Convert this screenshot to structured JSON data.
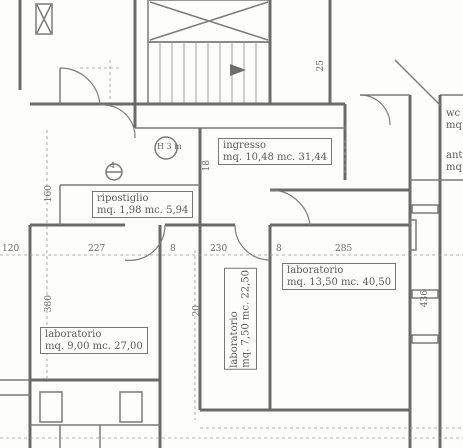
{
  "rooms": {
    "ingresso": {
      "name": "ingresso",
      "area": "mq. 10,48 mc. 31,44"
    },
    "ripostiglio": {
      "name": "ripostiglio",
      "area": "mq. 1,98 mc. 5,94"
    },
    "lab_left": {
      "name": "laboratorio",
      "area": "mq. 9,00 mc. 27,00"
    },
    "lab_mid": {
      "name": "laboratorio",
      "area": "mq. 7,50 mc. 22,50"
    },
    "lab_right": {
      "name": "laboratorio",
      "area": "mq. 13,50 mc. 40,50"
    },
    "wc_partial": [
      "wc",
      "mq"
    ],
    "anti_partial": [
      "anti",
      "mq"
    ]
  },
  "markers": {
    "height": "H 3 m",
    "circle_number": "4"
  },
  "dimensions": {
    "d120": "120",
    "d227": "227",
    "d230": "230",
    "d285": "285",
    "d8a": "8",
    "d8b": "8",
    "d160": "160",
    "d380": "380",
    "d436": "436",
    "d18": "18",
    "d20": "20",
    "d25": "25"
  }
}
